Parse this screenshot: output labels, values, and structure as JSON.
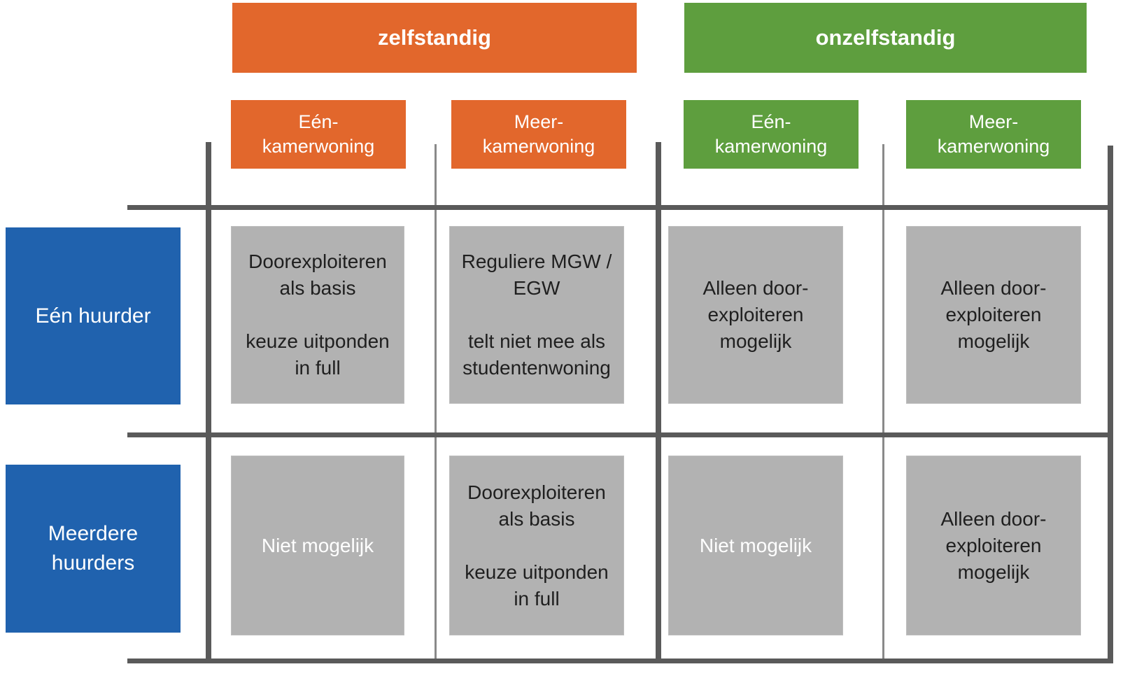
{
  "diagram": {
    "title_groups": [
      {
        "label": "zelfstandig"
      },
      {
        "label": "onzelfstandig"
      }
    ],
    "column_headers": [
      {
        "group": "zelfstandig",
        "lines": [
          "Eén-",
          "kamerwoning"
        ]
      },
      {
        "group": "zelfstandig",
        "lines": [
          "Meer-",
          "kamerwoning"
        ]
      },
      {
        "group": "onzelfstandig",
        "lines": [
          "Eén-",
          "kamerwoning"
        ]
      },
      {
        "group": "onzelfstandig",
        "lines": [
          "Meer-",
          "kamerwoning"
        ]
      }
    ],
    "row_headers": [
      {
        "lines": [
          "Eén huurder"
        ]
      },
      {
        "lines": [
          "Meerdere",
          "huurders"
        ]
      }
    ],
    "cells": {
      "r0c0": {
        "lines": [
          "Doorexploiteren",
          "als basis",
          "",
          "keuze uitponden",
          "in full"
        ],
        "color": "#1f1f1f"
      },
      "r0c1": {
        "lines": [
          "Reguliere MGW /",
          "EGW",
          "",
          "telt niet mee als",
          "studentenwoning"
        ],
        "color": "#1f1f1f"
      },
      "r0c2": {
        "lines": [
          "Alleen door-",
          "exploiteren",
          "mogelijk"
        ],
        "color": "#1f1f1f"
      },
      "r0c3": {
        "lines": [
          "Alleen door-",
          "exploiteren",
          "mogelijk"
        ],
        "color": "#1f1f1f"
      },
      "r1c0": {
        "lines": [
          "Niet mogelijk"
        ],
        "color": "#ffffff"
      },
      "r1c1": {
        "lines": [
          "Doorexploiteren",
          "als basis",
          "",
          "keuze uitponden",
          "in full"
        ],
        "color": "#1f1f1f"
      },
      "r1c2": {
        "lines": [
          "Niet mogelijk"
        ],
        "color": "#ffffff"
      },
      "r1c3": {
        "lines": [
          "Alleen door-",
          "exploiteren",
          "mogelijk"
        ],
        "color": "#1f1f1f"
      }
    },
    "colors": {
      "orange": "#e2672c",
      "green": "#5e9e3e",
      "blue": "#2062ae",
      "cell_gray": "#b2b2b2",
      "line_thick": "#5a5a5a",
      "line_thin": "#8a8a8a",
      "dark_text": "#1f1f1f",
      "light_text": "#ffffff"
    }
  }
}
